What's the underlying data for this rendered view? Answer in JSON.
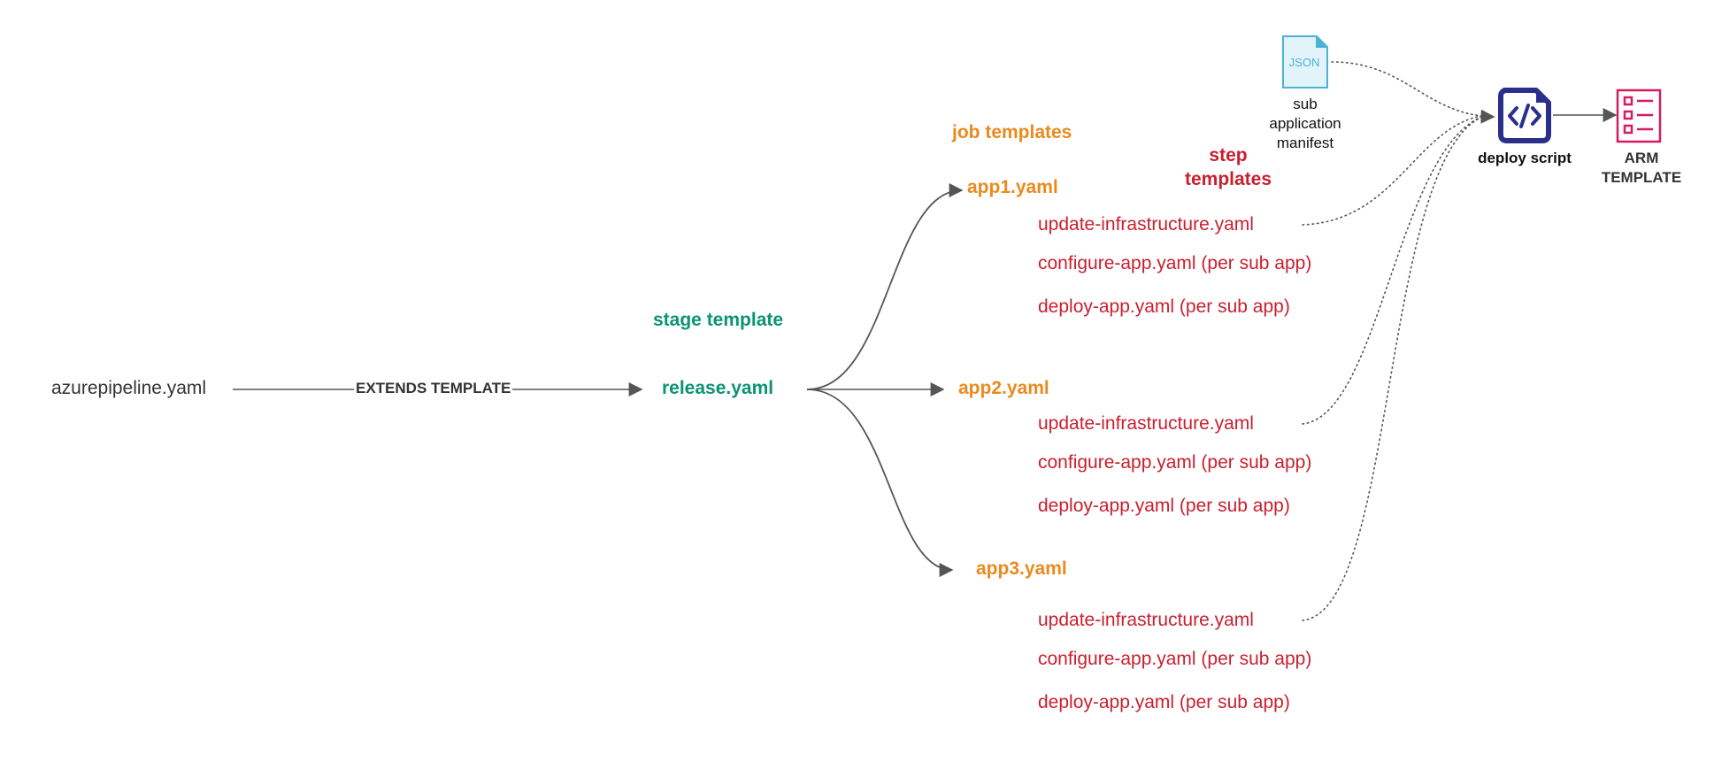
{
  "source": {
    "label": "azurepipeline.yaml"
  },
  "edge": {
    "label": "EXTENDS TEMPLATE"
  },
  "stage": {
    "heading": "stage template",
    "file": "release.yaml"
  },
  "jobs": {
    "heading": "job templates",
    "items": [
      {
        "file": "app1.yaml",
        "steps": [
          "update-infrastructure.yaml",
          "configure-app.yaml (per sub app)",
          "deploy-app.yaml (per sub app)"
        ]
      },
      {
        "file": "app2.yaml",
        "steps": [
          "update-infrastructure.yaml",
          "configure-app.yaml (per sub app)",
          "deploy-app.yaml (per sub app)"
        ]
      },
      {
        "file": "app3.yaml",
        "steps": [
          "update-infrastructure.yaml",
          "configure-app.yaml (per sub app)",
          "deploy-app.yaml (per sub app)"
        ]
      }
    ]
  },
  "step_templates": {
    "heading_line1": "step",
    "heading_line2": "templates"
  },
  "manifest": {
    "icon": "json-file-icon",
    "icon_text": "JSON",
    "line1": "sub",
    "line2": "application",
    "line3": "manifest"
  },
  "deploy_script": {
    "icon": "code-file-icon",
    "label": "deploy script"
  },
  "arm_template": {
    "icon": "checklist-icon",
    "line1": "ARM",
    "line2": "TEMPLATE"
  },
  "colors": {
    "stage": "#0b9474",
    "job": "#ea8a1d",
    "step": "#c8202f",
    "deploy_icon": "#2b2f8c",
    "json_icon": "#4ab3d6",
    "arm_icon": "#d41c5f",
    "connector": "#555555"
  }
}
